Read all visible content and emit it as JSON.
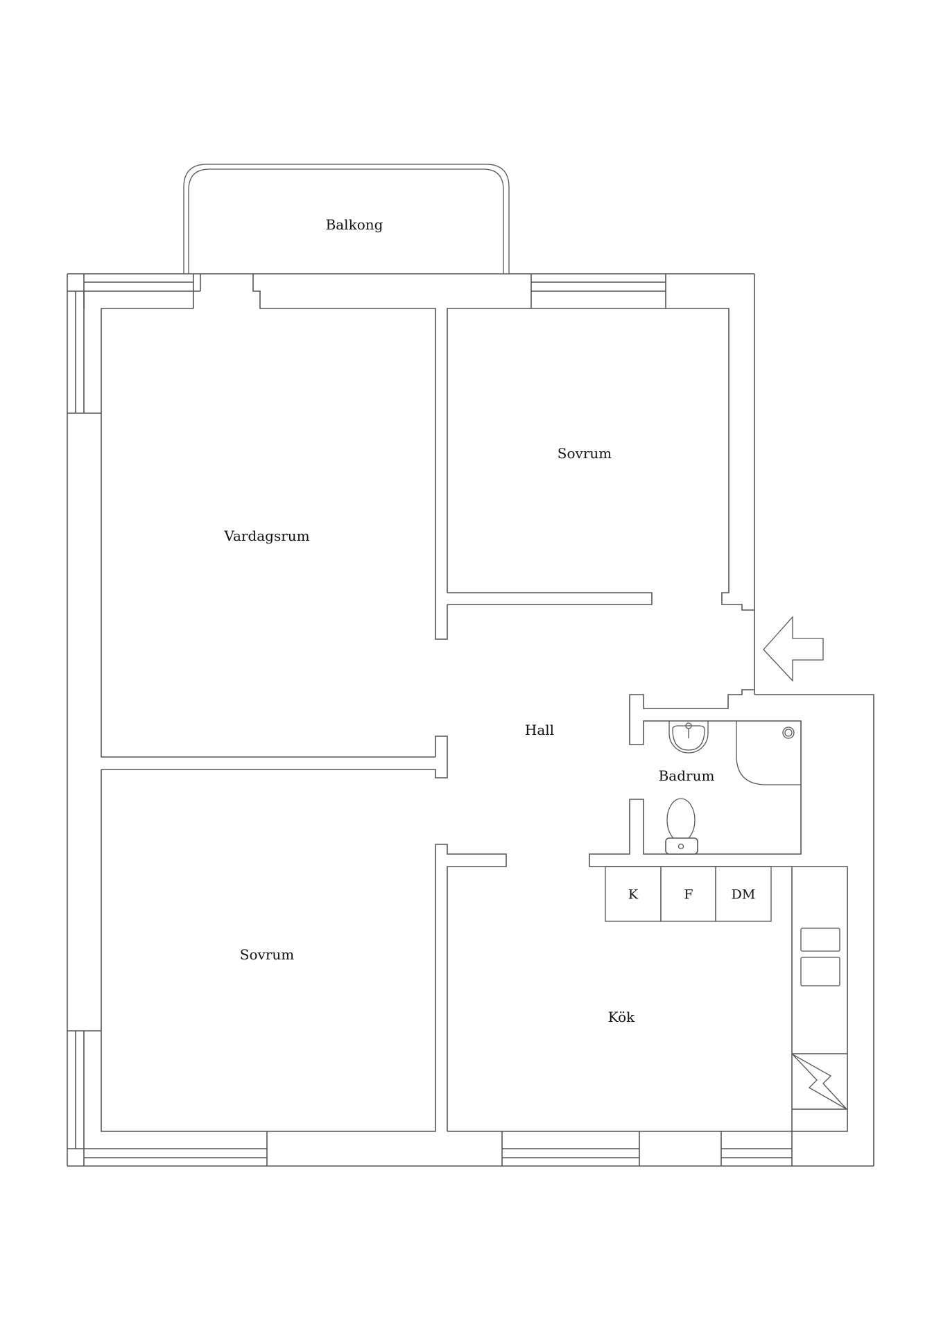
{
  "floorplan": {
    "rooms": {
      "balcony": "Balkong",
      "living_room": "Vardagsrum",
      "bedroom_top": "Sovrum",
      "hall": "Hall",
      "bathroom": "Badrum",
      "bedroom_bottom": "Sovrum",
      "kitchen": "Kök"
    },
    "appliances": {
      "k": "K",
      "f": "F",
      "dm": "DM"
    },
    "icons": {
      "entrance": "entrance-arrow-icon",
      "stove": "stove-lightning-icon",
      "sink": "sink-icon",
      "toilet": "toilet-icon",
      "shower": "shower-icon"
    },
    "colors": {
      "line": "#555555",
      "text": "#111111",
      "background": "#ffffff"
    }
  }
}
